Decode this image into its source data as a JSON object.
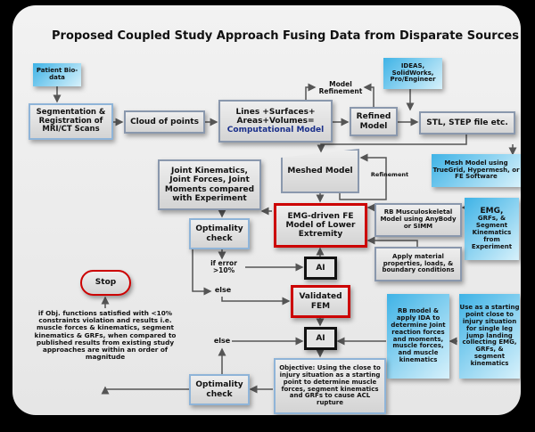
{
  "title": "Proposed Coupled Study Approach Fusing Data from Disparate Sources",
  "nodes": {
    "patient": "Patient Bio-data",
    "segmentation": "Segmentation & Registration of MRI/CT Scans",
    "cloud": "Cloud of points",
    "lines_top": "Lines +Surfaces+ Areas+Volumes=",
    "lines_bottom": "Computational Model",
    "model_refinement": "Model Refinement",
    "refined": "Refined Model",
    "ideas": "IDEAS, SolidWorks, Pro/Engineer",
    "stl": "STL, STEP file etc.",
    "mesh_using": "Mesh Model using TrueGrid, Hypermesh, or FE Software",
    "meshed": "Meshed Model",
    "refinement": "Refinement",
    "joint": "Joint Kinematics, Joint Forces, Joint Moments compared with Experiment",
    "emg_fe": "EMG-driven FE Model of Lower Extremity",
    "rb_musc": "RB Musculoskeletal Model using AnyBody or SIMM",
    "emg_exp_title": "EMG,",
    "emg_exp": "GRFs, & Segment Kinematics from Experiment",
    "optimality1": "Optimality check",
    "if_error": "if error >10%",
    "ai1": "AI",
    "apply": "Apply material properties, loads, & boundary conditions",
    "else1": "else",
    "stop": "Stop",
    "validated": "Validated FEM",
    "ai2": "AI",
    "rb_ida": "RB model & apply IDA to determine Joint reaction forces and moments, muscle forces, and muscle kinematics",
    "use_as": "Use as a starting point close to injury situation for single leg jump landing collecting EMG, GRFs, & segment kinematics",
    "condition": "if Obj. functions satisfied with <10% constraints violation and results i.e. muscle forces & kinematics, segment kinematics & GRFs, when compared to published results from existing study approaches are within an order of magnitude",
    "else2": "else",
    "objective": "Objective:  Using the close to injury situation as a starting point to determine muscle forces, segment kinematics and GRFs to cause ACL rupture",
    "optimality2": "Optimality check"
  }
}
